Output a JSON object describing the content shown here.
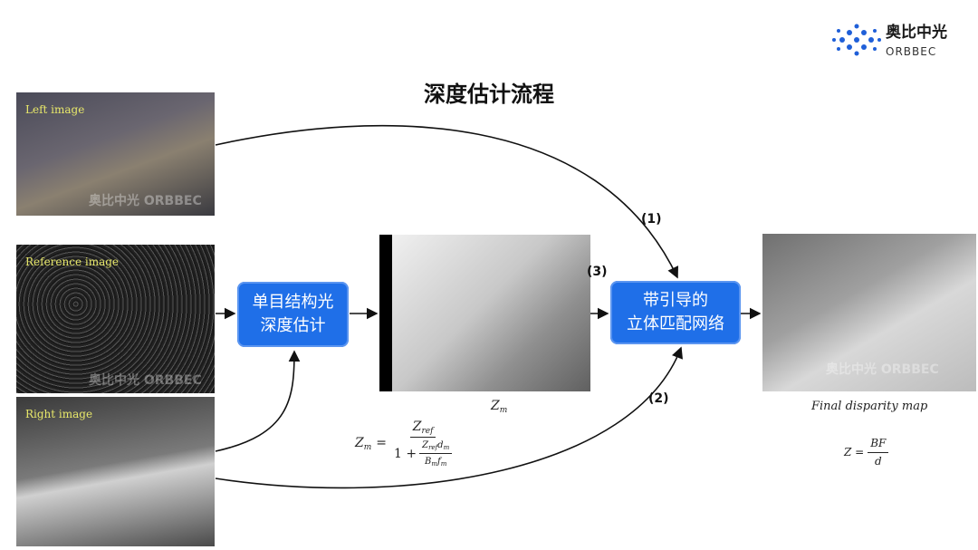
{
  "title": "深度估计流程",
  "logo": {
    "cn": "奥比中光",
    "en": "ORBBEC"
  },
  "images": {
    "left": "Left image",
    "reference": "Reference image",
    "right": "Right image",
    "watermark": "奥比中光 ORBBEC"
  },
  "boxes": {
    "mono": [
      "单目结构光",
      "深度估计"
    ],
    "stereo": [
      "带引导的",
      "立体匹配网络"
    ]
  },
  "labels": {
    "zm": "Z",
    "zm_sub": "m",
    "path1": "(1)",
    "path2": "(2)",
    "path3": "(3)",
    "final": "Final disparity map"
  },
  "formula_zm": {
    "lhs": "Z",
    "lhs_sub": "m",
    "num": "Z",
    "num_sub": "ref",
    "den_one": "1 + ",
    "inner_num": "Z",
    "inner_num_sub": "ref",
    "inner_num2": "d",
    "inner_num2_sub": "m",
    "inner_den": "B",
    "inner_den_sub": "m",
    "inner_den2": "f",
    "inner_den2_sub": "m"
  },
  "formula_z": {
    "lhs": "Z =",
    "num": "BF",
    "den": "d"
  },
  "colors": {
    "box": "#1f6fe8",
    "logo": "#1f5fd8"
  }
}
